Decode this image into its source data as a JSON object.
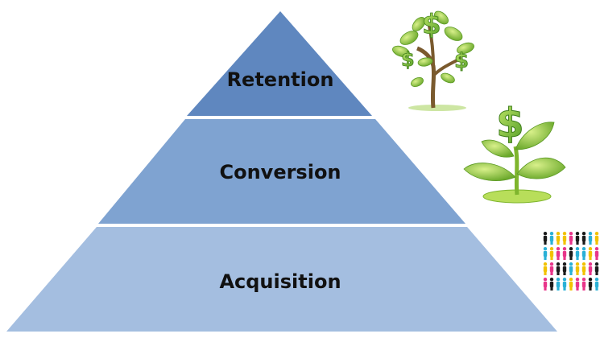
{
  "pyramid": {
    "tiers": [
      {
        "label": "Retention",
        "color": "#5f87bf"
      },
      {
        "label": "Conversion",
        "color": "#7fa3d1"
      },
      {
        "label": "Acquisition",
        "color": "#a4bee0"
      }
    ]
  },
  "decorations": {
    "retention_icon": "money-tree-icon",
    "conversion_icon": "money-sprout-icon",
    "acquisition_icon": "people-crowd-icon",
    "leaf_color": "#8cc63f",
    "dollar_color": "#6db33f",
    "stem_color": "#7a5a2e",
    "people_colors": [
      "#1a1a1a",
      "#e8358a",
      "#f2c200",
      "#2ab0d6"
    ]
  }
}
